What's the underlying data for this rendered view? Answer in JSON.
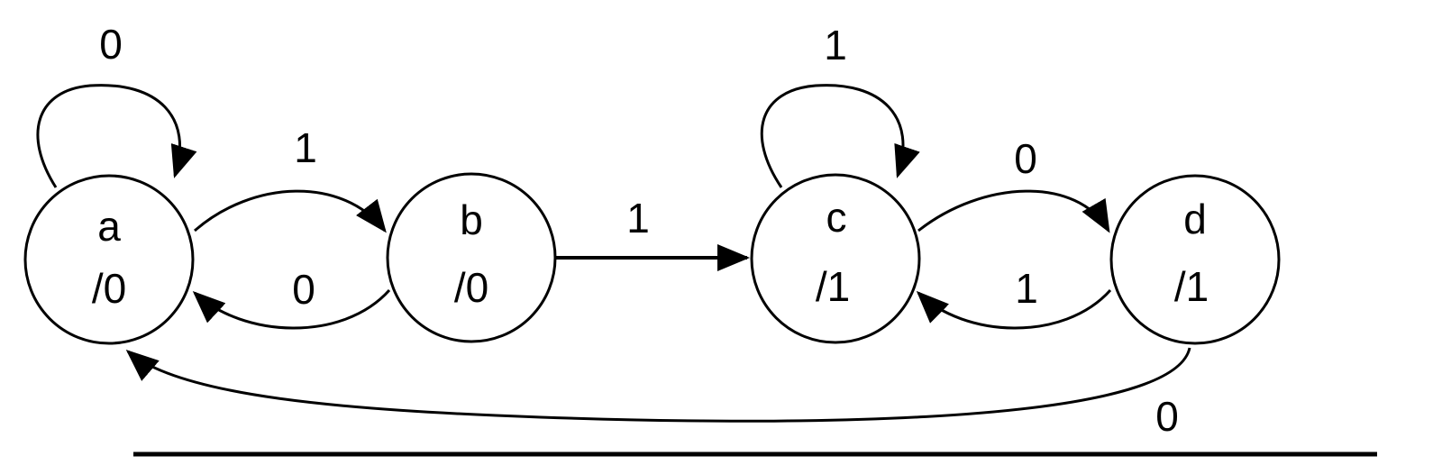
{
  "colors": {
    "stroke": "#000000",
    "background": "#ffffff"
  },
  "states": {
    "a": {
      "name": "a",
      "output": "/0"
    },
    "b": {
      "name": "b",
      "output": "/0"
    },
    "c": {
      "name": "c",
      "output": "/1"
    },
    "d": {
      "name": "d",
      "output": "/1"
    }
  },
  "transitions": {
    "a_a": {
      "from": "a",
      "to": "a",
      "input": "0"
    },
    "a_b": {
      "from": "a",
      "to": "b",
      "input": "1"
    },
    "b_a": {
      "from": "b",
      "to": "a",
      "input": "0"
    },
    "b_c": {
      "from": "b",
      "to": "c",
      "input": "1"
    },
    "c_c": {
      "from": "c",
      "to": "c",
      "input": "1"
    },
    "c_d": {
      "from": "c",
      "to": "d",
      "input": "0"
    },
    "d_c": {
      "from": "d",
      "to": "c",
      "input": "1"
    },
    "d_a": {
      "from": "d",
      "to": "a",
      "input": "0"
    }
  }
}
